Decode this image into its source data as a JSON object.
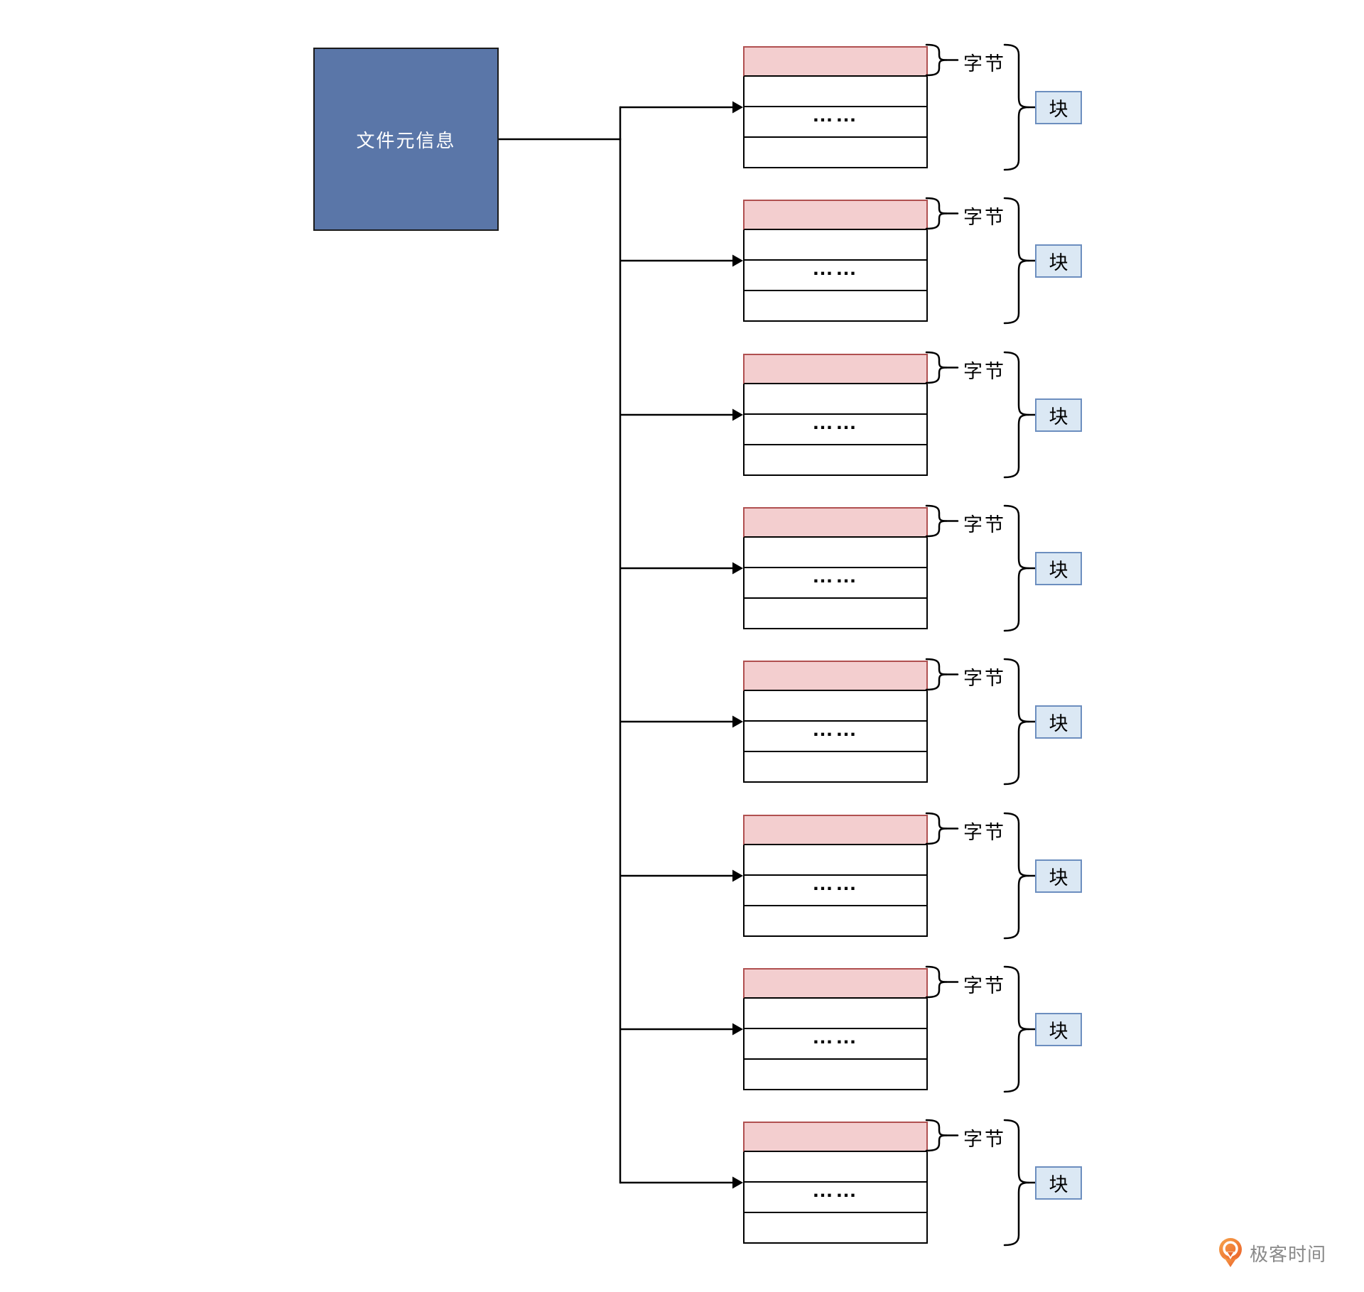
{
  "meta_box": {
    "label": "文件元信息"
  },
  "blocks": [
    {
      "byte_label": "字节",
      "dots": "……",
      "block_label": "块"
    },
    {
      "byte_label": "字节",
      "dots": "……",
      "block_label": "块"
    },
    {
      "byte_label": "字节",
      "dots": "……",
      "block_label": "块"
    },
    {
      "byte_label": "字节",
      "dots": "……",
      "block_label": "块"
    },
    {
      "byte_label": "字节",
      "dots": "……",
      "block_label": "块"
    },
    {
      "byte_label": "字节",
      "dots": "……",
      "block_label": "块"
    },
    {
      "byte_label": "字节",
      "dots": "……",
      "block_label": "块"
    },
    {
      "byte_label": "字节",
      "dots": "……",
      "block_label": "块"
    }
  ],
  "logo": {
    "brand": "极客时间"
  },
  "colors": {
    "meta_fill": "#5a76a8",
    "byte_row_fill": "#f3cecf",
    "byte_row_stroke": "#b05050",
    "block_badge_fill": "#dbe8f4",
    "block_badge_stroke": "#6c8ebf",
    "line": "#000000",
    "logo_orange_light": "#f6a54c",
    "logo_orange_dark": "#eb5f28",
    "logo_text_gray": "#8a8a8a"
  }
}
